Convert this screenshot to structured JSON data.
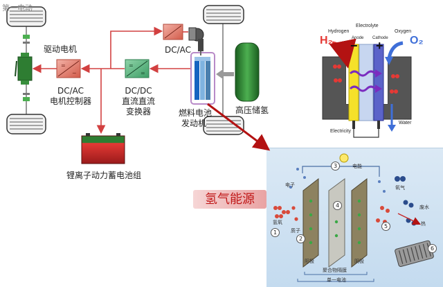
{
  "watermark": "第一电动",
  "system": {
    "motor": "驱动电机",
    "dcac_ctrl_l1": "DC/AC",
    "dcac_ctrl_l2": "电机控制器",
    "dcdc_l1": "DC/DC",
    "dcdc_l2": "直流直流",
    "dcdc_l3": "变换器",
    "dcac_top": "DC/AC",
    "fc_l1": "燃料电池",
    "fc_l2": "发动机",
    "tank": "高压储氢",
    "battery": "锂离子动力蓄电池组"
  },
  "fuel_cell_schematic": {
    "h2": "H₂",
    "o2": "O₂",
    "hydrogen": "Hydrogen",
    "electrolyte": "Electrolyte",
    "oxygen": "Oxygen",
    "anode": "Anode",
    "cathode": "Cathode",
    "minus": "−",
    "plus": "+",
    "electricity": "Electricity",
    "water": "Water"
  },
  "banner": "氢气能源",
  "stack_diagram": {
    "electricity": "电能",
    "electron": "电子",
    "hydrogen": "氢氧",
    "proton": "质子",
    "oxygen": "氧气",
    "water_heat": "废水",
    "heat": "热",
    "anode": "阳极",
    "cathode": "阴极",
    "membrane": "聚合物隔膜",
    "single_cell": "单一电池",
    "n1": "1",
    "n2": "2",
    "n3": "3",
    "n4": "4",
    "n5": "5",
    "n6": "6"
  },
  "colors": {
    "link_red": "#d24040",
    "arrow_dark_red": "#b31212",
    "tank_green": "#2e7d32",
    "battery_red": "#c62828",
    "fc_purple": "#b88ac8"
  }
}
